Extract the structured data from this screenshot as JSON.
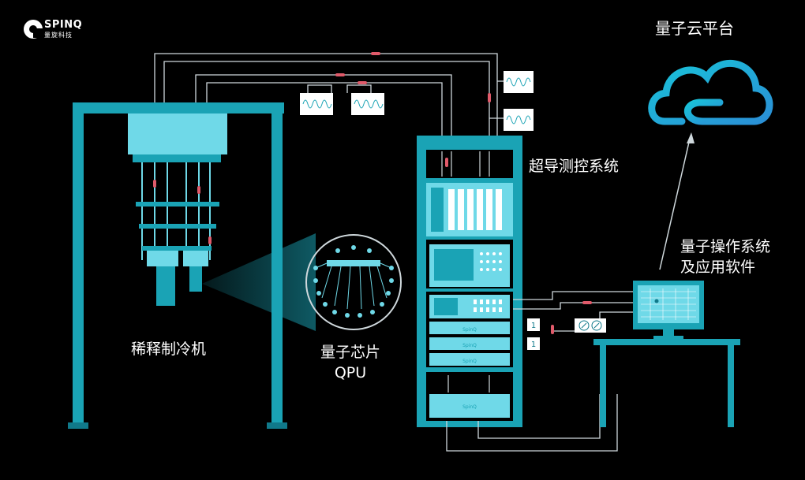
{
  "logo": {
    "brand": "SPINQ",
    "brand_cn": "量旋科技"
  },
  "labels": {
    "cloud": "量子云平台",
    "control": "超导测控系统",
    "os_line1": "量子操作系统",
    "os_line2": "及应用软件",
    "fridge": "稀释制冷机",
    "chip_line1": "量子芯片",
    "chip_line2": "QPU"
  },
  "rack_units": [
    {
      "name": "top-unit",
      "brand": ""
    },
    {
      "name": "awg-unit",
      "brand": ""
    },
    {
      "name": "scope-unit",
      "brand": ""
    },
    {
      "name": "analyzer-unit",
      "brand": ""
    },
    {
      "name": "module-1",
      "brand": "SpinQ"
    },
    {
      "name": "module-2",
      "brand": "SpinQ"
    },
    {
      "name": "module-3",
      "brand": "SpinQ"
    },
    {
      "name": "module-4",
      "brand": "SpinQ"
    }
  ],
  "mini_badges": [
    "1",
    "1"
  ],
  "colors": {
    "teal": "#1aa3b5",
    "teal_dark": "#10798a",
    "teal_light": "#6fd9e8",
    "wire": "#cfd8dc",
    "marker": "#e05a6a",
    "cloud_a": "#19c3d8",
    "cloud_b": "#2a8fd6",
    "bg": "#000000"
  }
}
